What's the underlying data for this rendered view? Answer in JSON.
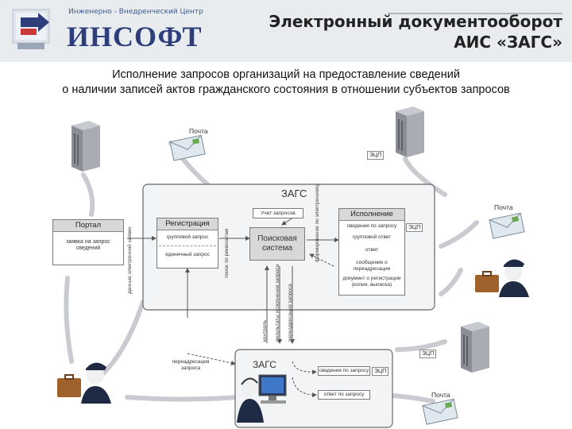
{
  "header": {
    "logo_small": "Инженерно - Внедренческий Центр",
    "logo_big": "ИНСОФТ",
    "title_line1": "Электронный документооборот",
    "title_line2": "АИС «ЗАГС»"
  },
  "subtitle_line1": "Исполнение запросов организаций на предоставление сведений",
  "subtitle_line2": "о наличии записей актов гражданского состояния в отношении субъектов запросов",
  "diagram": {
    "mail_top": "Почта",
    "ecp_top": "ЭЦП",
    "mail_right": "Почта",
    "ecp_right_bottom": "ЭЦП",
    "mail_bottom": "Почта",
    "zags_main": "ЗАГС",
    "portal": {
      "title": "Портал",
      "item": "заявка на запрос сведений"
    },
    "portal_arrow": "данные электронной заявки",
    "registration": {
      "title": "Регистрация",
      "items": [
        "групповой запрос",
        "единичный запрос"
      ]
    },
    "reg_vertical": "поиск по реквизитам",
    "request_log": "Учет запросов",
    "search": "Поисковая система",
    "exec_vertical": "формирование по электронному",
    "execution": {
      "title": "Исполнение",
      "items": [
        "сведения по запросу",
        "групповой ответ",
        "ответ",
        "сообщение о переадресации",
        "документ о регистрации (копия, выписка)"
      ]
    },
    "ecp_exec": "ЭЦП",
    "v_control": "контроль",
    "v_results": "результаты исполнения запроса",
    "v_forward": "переадресация запроса",
    "forward_label": "переадресация запроса",
    "zags_bottom": "ЗАГС",
    "bottom_items": [
      "сведения по запросу",
      "ответ по запросу"
    ],
    "ecp_bottom": "ЭЦП",
    "colors": {
      "logo_blue": "#2d3e7a",
      "box_header": "#d8d8d8",
      "building": "#8b8f95",
      "envelope": "#dfe8ee"
    }
  }
}
